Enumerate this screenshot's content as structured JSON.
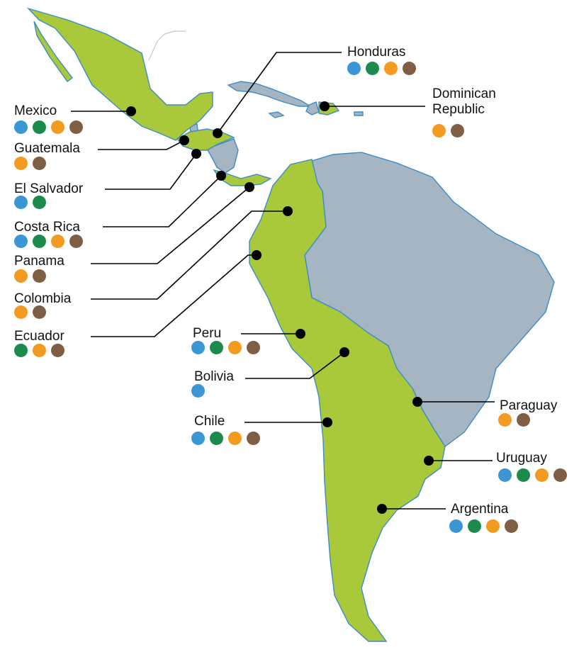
{
  "colors": {
    "highlight_country": "#a9c93a",
    "other_country": "#a5b5c1",
    "border": "#3e8bc9",
    "marker": "#000000",
    "leader_line": "#000000"
  },
  "dot_colors": {
    "blue": "#3b97d3",
    "green": "#1c8a4d",
    "orange": "#f39a21",
    "brown": "#7e5f45"
  },
  "countries": [
    {
      "key": "mexico",
      "name": "Mexico",
      "dots": [
        "blue",
        "green",
        "orange",
        "brown"
      ]
    },
    {
      "key": "guatemala",
      "name": "Guatemala",
      "dots": [
        "orange",
        "brown"
      ]
    },
    {
      "key": "el-salvador",
      "name": "El Salvador",
      "dots": [
        "blue",
        "green"
      ]
    },
    {
      "key": "costa-rica",
      "name": "Costa Rica",
      "dots": [
        "blue",
        "green",
        "orange",
        "brown"
      ]
    },
    {
      "key": "panama",
      "name": "Panama",
      "dots": [
        "orange",
        "brown"
      ]
    },
    {
      "key": "colombia",
      "name": "Colombia",
      "dots": [
        "orange",
        "brown"
      ]
    },
    {
      "key": "ecuador",
      "name": "Ecuador",
      "dots": [
        "green",
        "orange",
        "brown"
      ]
    },
    {
      "key": "honduras",
      "name": "Honduras",
      "dots": [
        "blue",
        "green",
        "orange",
        "brown"
      ]
    },
    {
      "key": "dominican-republic",
      "name": "Dominican\nRepublic",
      "dots": [
        "orange",
        "brown"
      ]
    },
    {
      "key": "peru",
      "name": "Peru",
      "dots": [
        "blue",
        "green",
        "orange",
        "brown"
      ]
    },
    {
      "key": "bolivia",
      "name": "Bolivia",
      "dots": [
        "blue"
      ]
    },
    {
      "key": "chile",
      "name": "Chile",
      "dots": [
        "blue",
        "green",
        "orange",
        "brown"
      ]
    },
    {
      "key": "paraguay",
      "name": "Paraguay",
      "dots": [
        "orange",
        "brown"
      ]
    },
    {
      "key": "uruguay",
      "name": "Uruguay",
      "dots": [
        "blue",
        "green",
        "orange",
        "brown"
      ]
    },
    {
      "key": "argentina",
      "name": "Argentina",
      "dots": [
        "blue",
        "green",
        "orange",
        "brown"
      ]
    }
  ]
}
